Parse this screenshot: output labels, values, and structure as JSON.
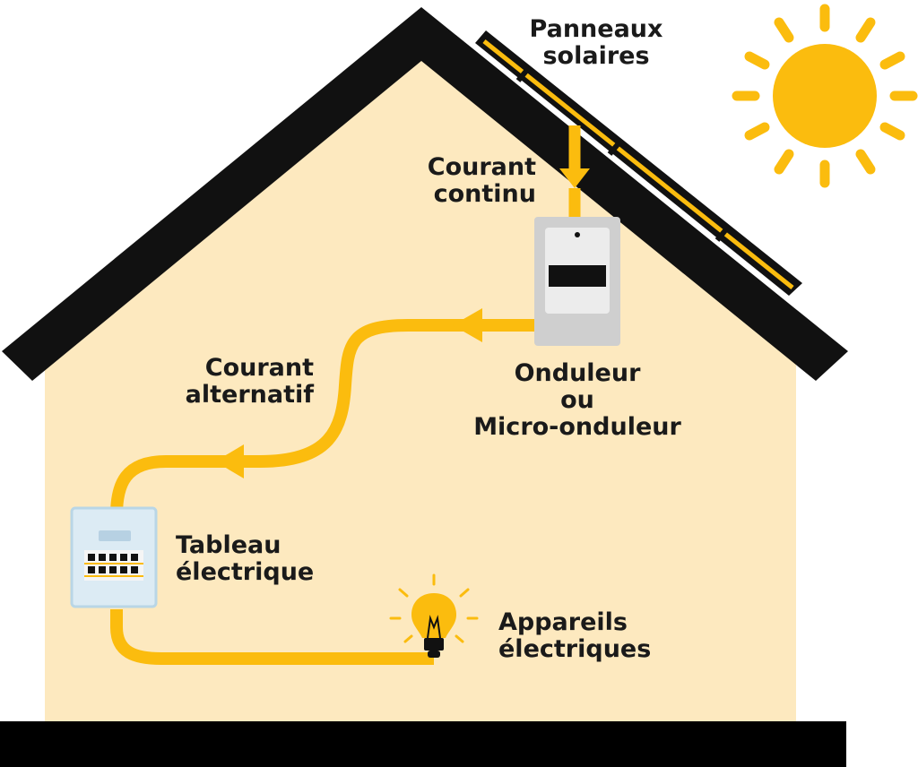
{
  "colors": {
    "house_wall": "#fde9bf",
    "roof": "#111111",
    "ground": "#000000",
    "flow": "#fbbc0e",
    "sun": "#fbbc0e",
    "inverter_body": "#cfcfcf",
    "panel_box": "#dcebf4"
  },
  "labels": {
    "panels": [
      "Panneaux",
      "solaires"
    ],
    "dc_current": [
      "Courant",
      "continu"
    ],
    "inverter": [
      "Onduleur",
      "ou",
      "Micro-onduleur"
    ],
    "ac_current": [
      "Courant",
      "alternatif"
    ],
    "electrical_panel": [
      "Tableau",
      "électrique"
    ],
    "appliances": [
      "Appareils",
      "électriques"
    ]
  },
  "icons": {
    "sun": "sun-icon",
    "inverter": "inverter-icon",
    "electrical_panel": "electrical-panel-icon",
    "bulb": "light-bulb-icon"
  }
}
